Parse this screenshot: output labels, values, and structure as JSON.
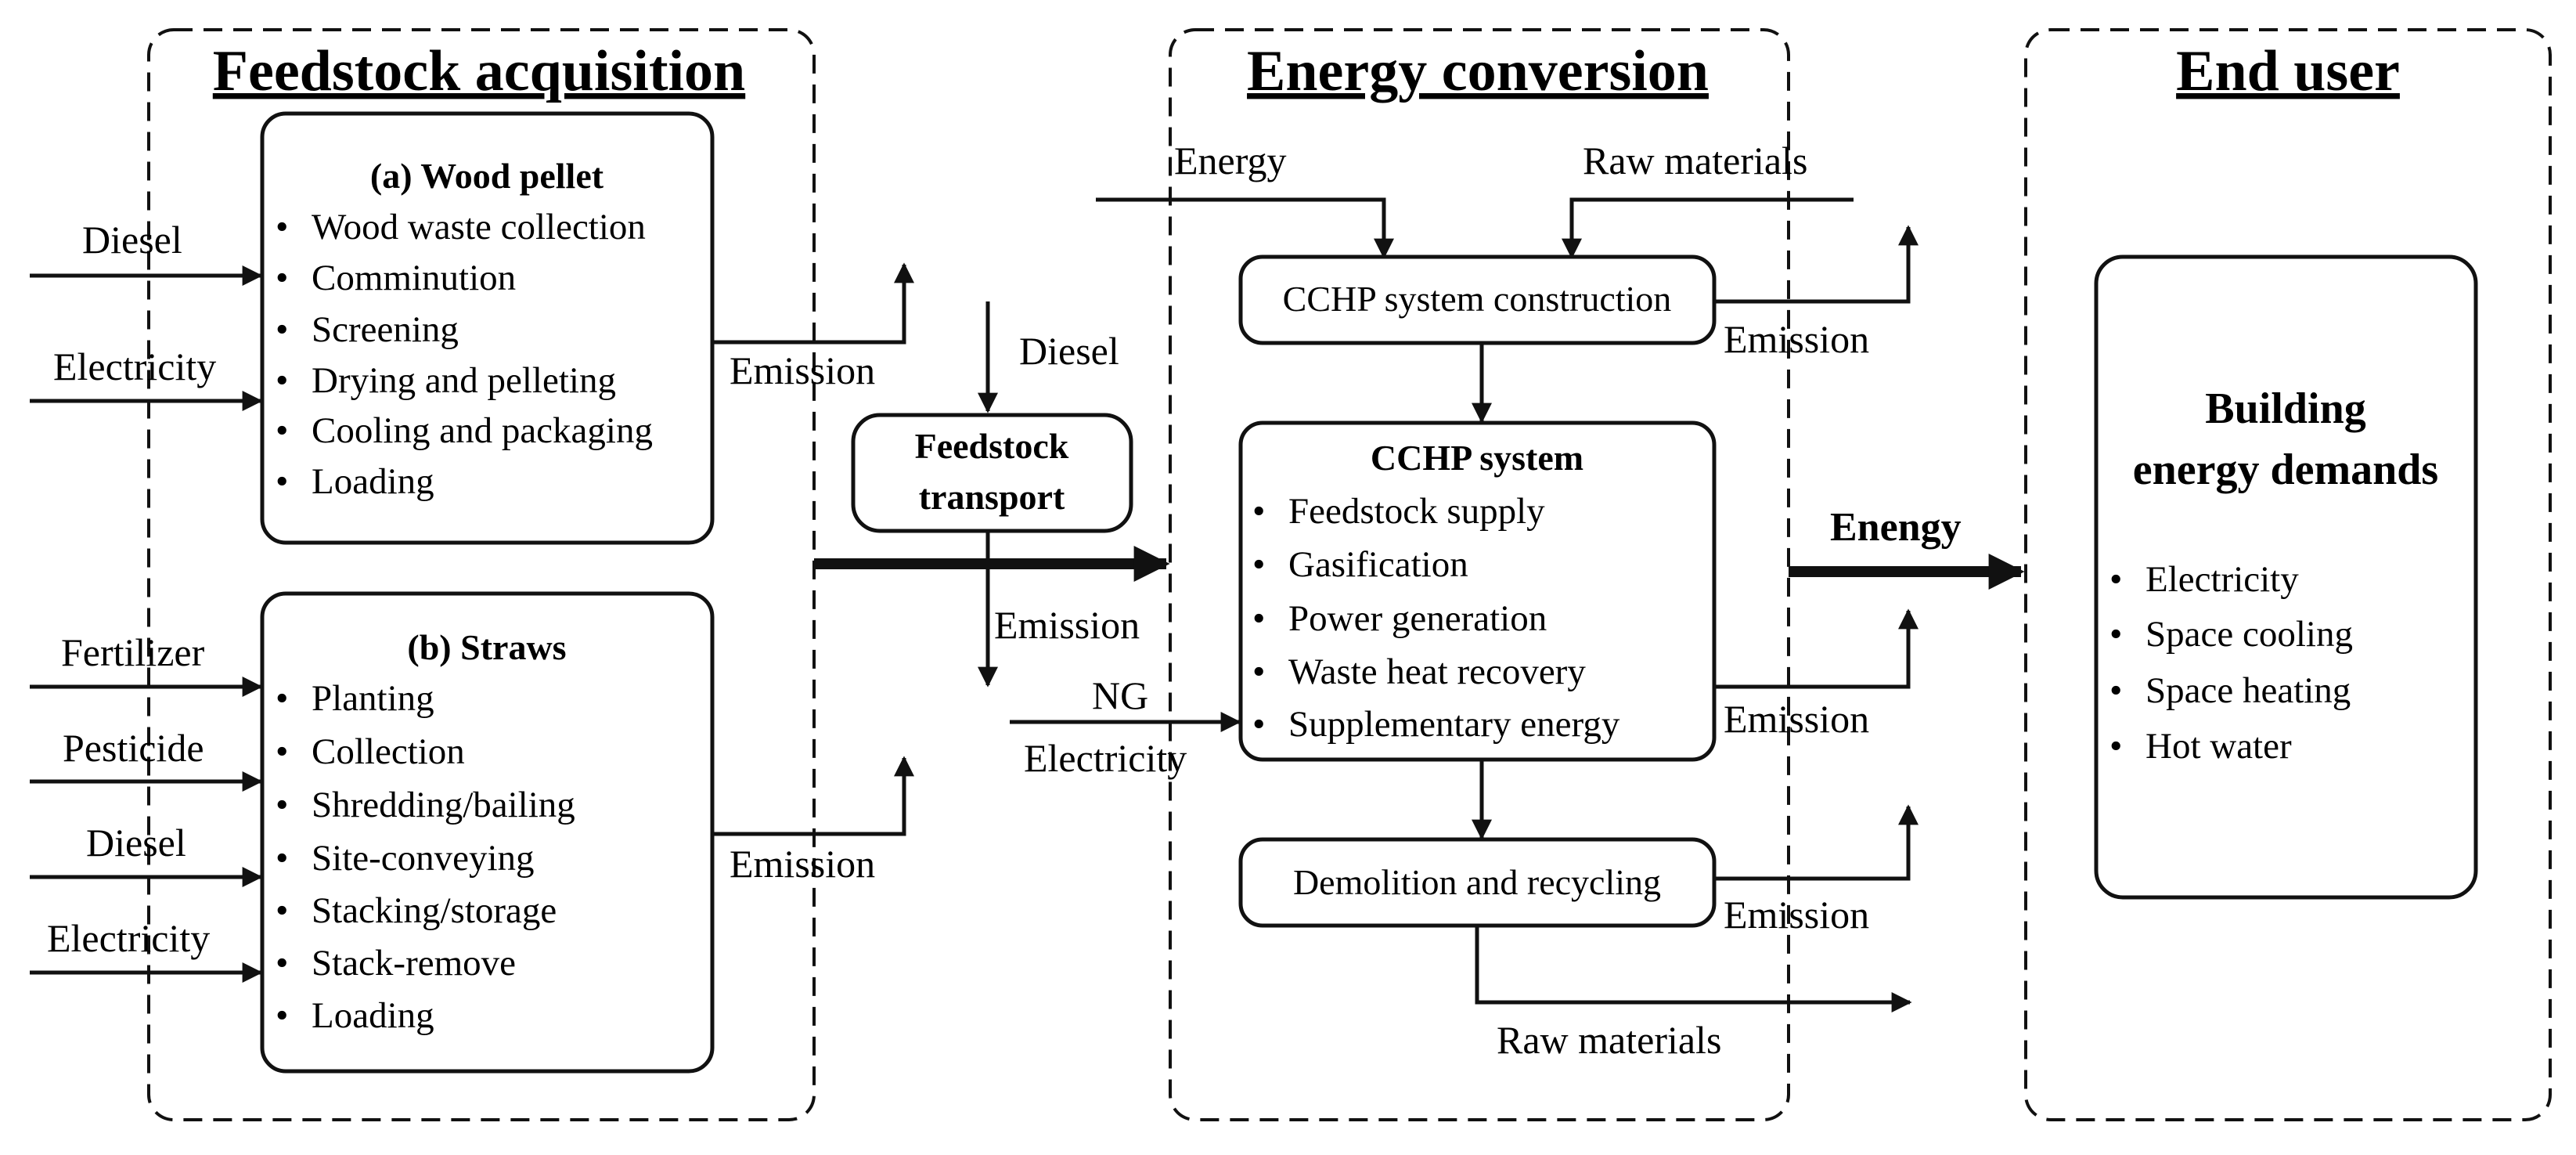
{
  "stages": {
    "feedstock": "Feedstock acquisition",
    "conversion": "Energy conversion",
    "end_user": "End user"
  },
  "wood_pellet": {
    "title": "(a) Wood pellet",
    "items": [
      "Wood waste collection",
      "Comminution",
      "Screening",
      "Drying and pelleting",
      "Cooling and packaging",
      "Loading"
    ]
  },
  "straws": {
    "title": "(b) Straws",
    "items": [
      "Planting",
      "Collection",
      "Shredding/bailing",
      "Site-conveying",
      "Stacking/storage",
      "Stack-remove",
      "Loading"
    ]
  },
  "inputs_wood": [
    "Diesel",
    "Electricity"
  ],
  "inputs_straw": [
    "Fertilizer",
    "Pesticide",
    "Diesel",
    "Electricity"
  ],
  "emission_label": "Emission",
  "transport": {
    "line1": "Feedstock",
    "line2": "transport",
    "input": "Diesel",
    "output": "Emission"
  },
  "conversion": {
    "energy_in": "Energy",
    "raw_in": "Raw materials",
    "construction": "CCHP system construction",
    "cchp": {
      "title": "CCHP system",
      "items": [
        "Feedstock supply",
        "Gasification",
        "Power generation",
        "Waste heat recovery",
        "Supplementary energy"
      ]
    },
    "ng_label": "NG",
    "elec_label": "Electricity",
    "demolition": "Demolition and recycling",
    "raw_out": "Raw materials"
  },
  "energy_arrow_label": "Enengy",
  "end_user": {
    "title_line1": "Building",
    "title_line2": "energy demands",
    "items": [
      "Electricity",
      "Space cooling",
      "Space heating",
      "Hot water"
    ]
  }
}
